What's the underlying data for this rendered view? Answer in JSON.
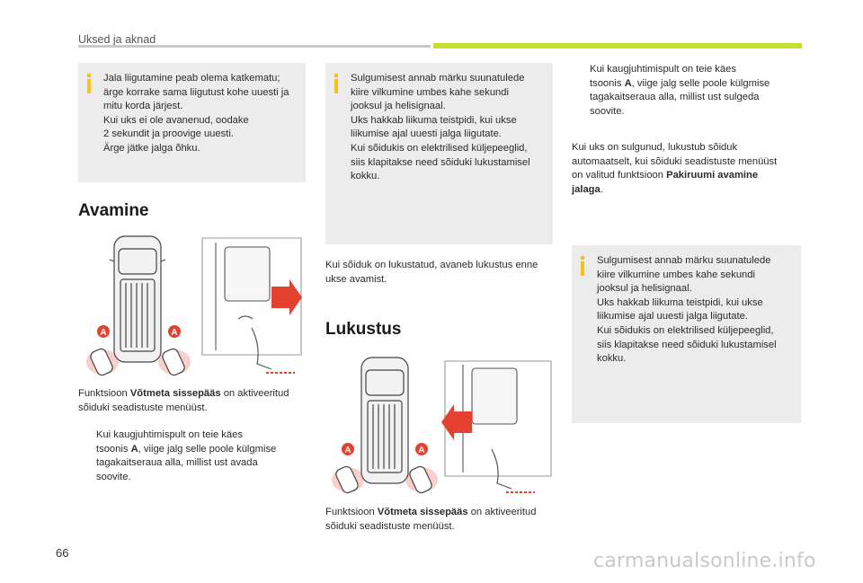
{
  "header": {
    "section": "Uksed ja aknad"
  },
  "note1": {
    "lines": "Jala liigutamine peab olema katkematu;\närge korrake sama liigutust kohe uuesti ja\nmitu korda järjest.\nKui uks ei ole avanenud, oodake\n2 sekundit ja proovige uuesti.\nÄrge jätke jalga õhku."
  },
  "avamine": {
    "title": "Avamine",
    "func_pre": "Funktsioon ",
    "func_bold": "Võtmeta sissepääs",
    "func_post": " on aktiveeritud",
    "func_line2": "sõiduki seadistuste menüüst.",
    "bullet_mark": "",
    "bullet_pre": "Kui kaugjuhtimispult on teie käes",
    "bullet_l2_pre": "tsoonis ",
    "bullet_l2_bold": "A",
    "bullet_l2_post": ", viige jalg selle poole külgmise",
    "bullet_l3": "tagakaitseraua alla, millist ust avada",
    "bullet_l4": "soovite.",
    "label_a": "A"
  },
  "note2": {
    "lines": "Sulgumisest annab märku suunatulede\nkiire vilkumine umbes kahe sekundi\njooksul ja helisignaal.\nUks hakkab liikuma teistpidi, kui ukse\nliikumise ajal uuesti jalga liigutate.\nKui sõidukis on elektrilised küljepeeglid,\nsiis klapitakse need sõiduki lukustamisel\nkokku."
  },
  "locked_text": {
    "l1": "Kui sõiduk on lukustatud, avaneb lukustus enne",
    "l2": "ukse avamist."
  },
  "lukustus": {
    "title": "Lukustus",
    "func_pre": "Funktsioon ",
    "func_bold": "Võtmeta sissepääs",
    "func_post": " on aktiveeritud",
    "func_line2": "sõiduki seadistuste menüüst.",
    "label_a": "A"
  },
  "right_col": {
    "bullet_mark": "",
    "bullet_l1": "Kui kaugjuhtimispult on teie käes",
    "bullet_l2_pre": "tsoonis ",
    "bullet_l2_bold": "A",
    "bullet_l2_post": ", viige jalg selle poole külgmise",
    "bullet_l3": "tagakaitseraua alla, millist ust sulgeda",
    "bullet_l4": "soovite.",
    "closed_l1": "Kui uks on sulgunud, lukustub sõiduk",
    "closed_l2": "automaatselt, kui sõiduki seadistuste menüüst",
    "closed_l3_pre": "on valitud funktsioon ",
    "closed_l3_bold": "Pakiruumi avamine",
    "closed_l4_bold": "jalaga",
    "closed_l4_post": "."
  },
  "note3": {
    "lines": "Sulgumisest annab märku suunatulede\nkiire vilkumine umbes kahe sekundi\njooksul ja helisignaal.\nUks hakkab liikuma teistpidi, kui ukse\nliikumise ajal uuesti jalga liigutate.\nKui sõidukis on elektrilised küljepeeglid,\nsiis klapitakse need sõiduki lukustamisel\nkokku."
  },
  "footer": {
    "page_number": "66",
    "watermark": "carmanualsonline.info"
  },
  "colors": {
    "accent_green": "#c6de2e",
    "note_bg": "#ececec",
    "info_yellow": "#f6c21a",
    "zone_red": "#e5412f",
    "arrow_red": "#e5412f"
  }
}
